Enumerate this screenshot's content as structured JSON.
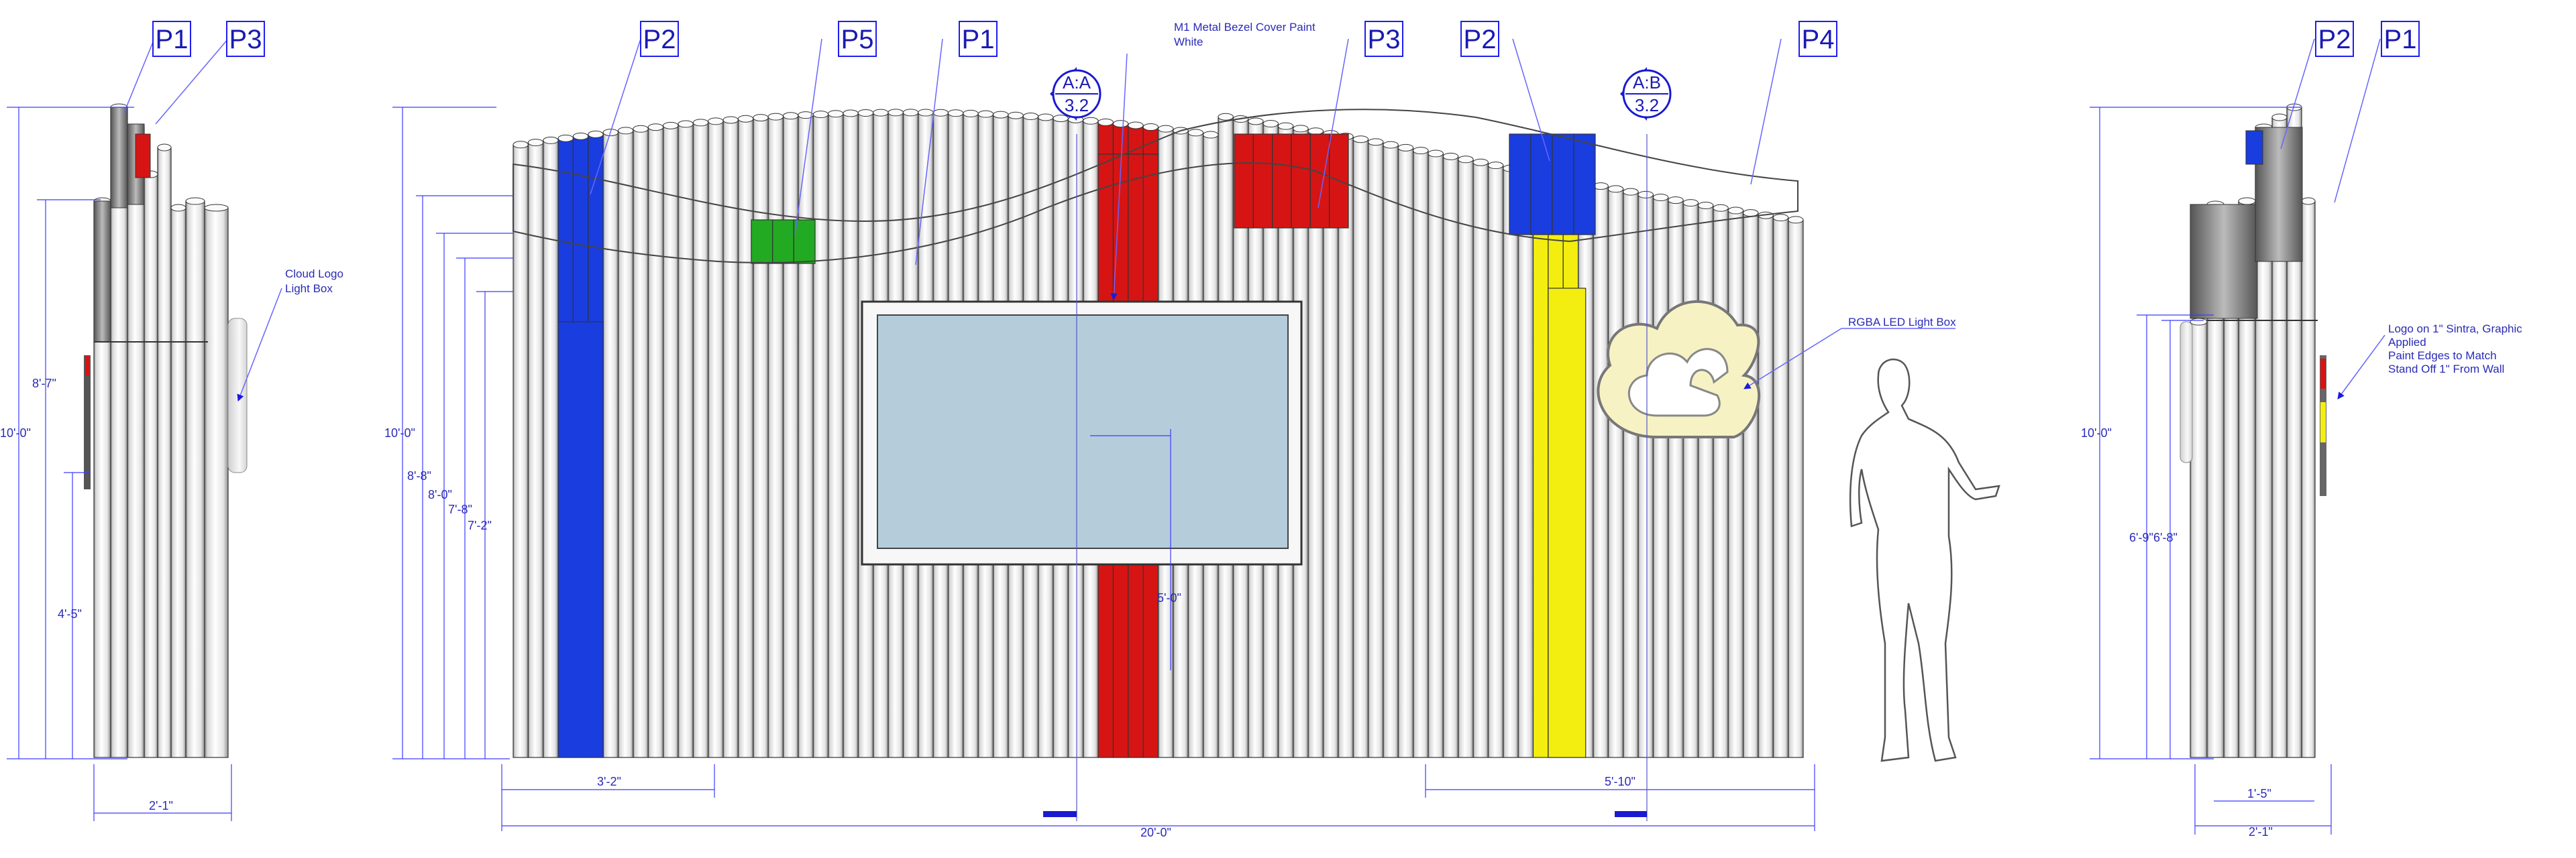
{
  "colors": {
    "tube_light": "#f4f4f4",
    "tube_shade": "#8f8f8f",
    "outline": "#333333",
    "blue": "#1a3de0",
    "red": "#d61414",
    "green": "#22aa22",
    "yellow": "#f3ee10",
    "screen": "#b5cddb",
    "annotation": "#2020d0",
    "logo_fill": "#f6f2c4"
  },
  "tags": {
    "left_p1": "P1",
    "left_p3": "P3",
    "front_p2_left": "P2",
    "front_p5": "P5",
    "front_p1": "P1",
    "front_p3": "P3",
    "front_p2_right": "P2",
    "front_p4": "P4",
    "right_p2": "P2",
    "right_p1": "P1"
  },
  "sections": {
    "aa_top": "A:A",
    "aa_bottom": "3.2",
    "ab_top": "A:B",
    "ab_bottom": "3.2"
  },
  "notes": {
    "bezel_line1": "M1 Metal Bezel Cover Paint",
    "bezel_line2": "White",
    "cloud_line1": "Cloud Logo",
    "cloud_line2": "Light Box",
    "rgba": "RGBA LED Light Box",
    "logo_line1": "Logo on 1\" Sintra, Graphic",
    "logo_line2": "Applied",
    "logo_line3": "Paint Edges to Match",
    "logo_line4": "Stand Off 1\" From Wall"
  },
  "dimensions": {
    "left_total": "10'-0\"",
    "left_upper": "8'-7\"",
    "left_lower": "4'-5\"",
    "left_width": "2'-1\"",
    "front_total": "10'-0\"",
    "front_d1": "8'-8\"",
    "front_d2": "8'-0\"",
    "front_d3": "7'-8\"",
    "front_d4": "7'-2\"",
    "front_screen": "5'-0\"",
    "front_left_width": "3'-2\"",
    "front_right_width": "5'-10\"",
    "front_overall": "20'-0\"",
    "right_total": "10'-0\"",
    "right_d1": "6'-9\"",
    "right_d2": "6'-8\"",
    "right_inner_width": "1'-5\"",
    "right_width": "2'-1\""
  }
}
